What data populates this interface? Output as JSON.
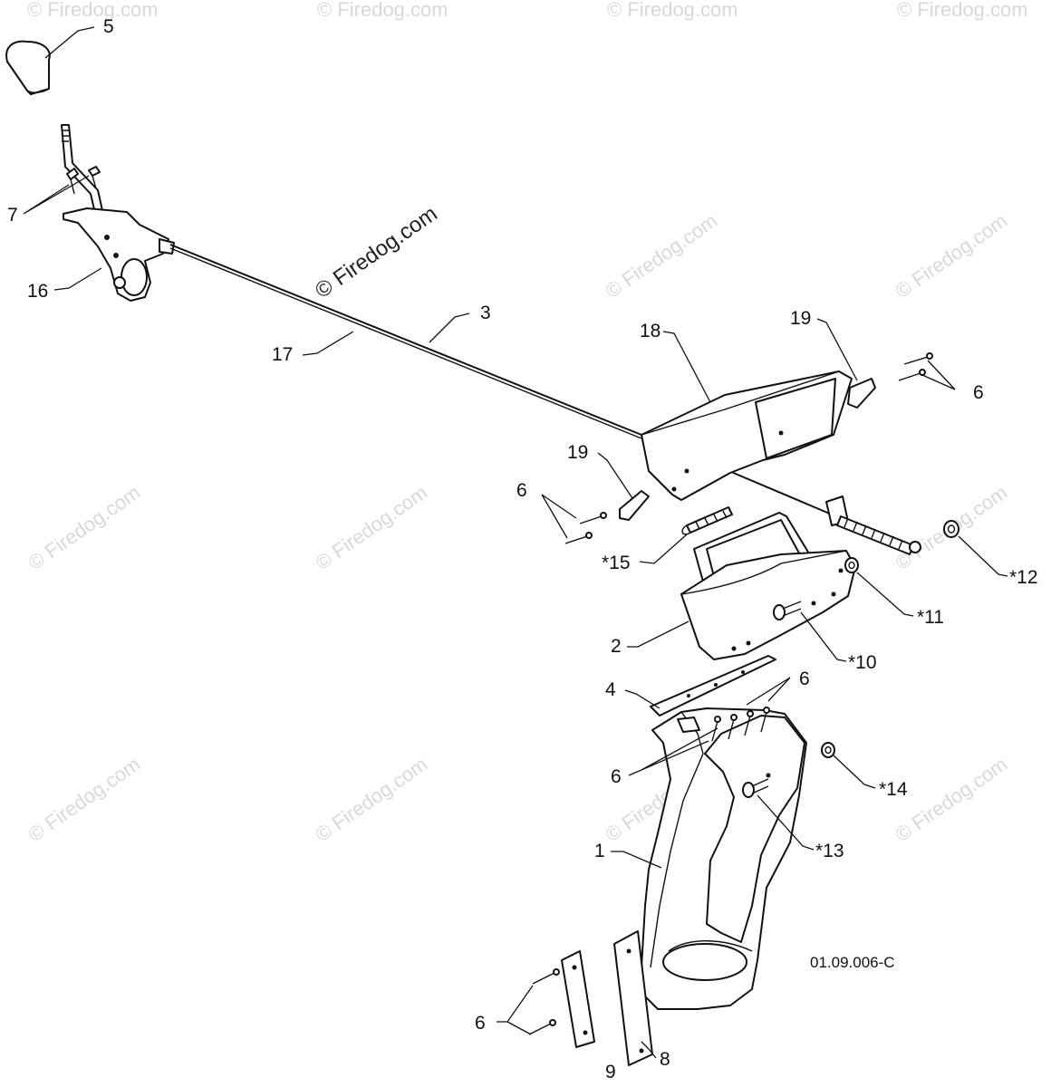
{
  "diagram": {
    "reference_code": "01.09.006-C",
    "watermark": "© Firedog.com",
    "labels": {
      "p1": "1",
      "p2": "2",
      "p3": "3",
      "p4": "4",
      "p5": "5",
      "p6": "6",
      "p7": "7",
      "p8": "8",
      "p9": "9",
      "p10": "*10",
      "p11": "*11",
      "p12": "*12",
      "p13": "*13",
      "p14": "*14",
      "p15": "*15",
      "p16": "16",
      "p17": "17",
      "p18": "18",
      "p19": "19"
    }
  }
}
